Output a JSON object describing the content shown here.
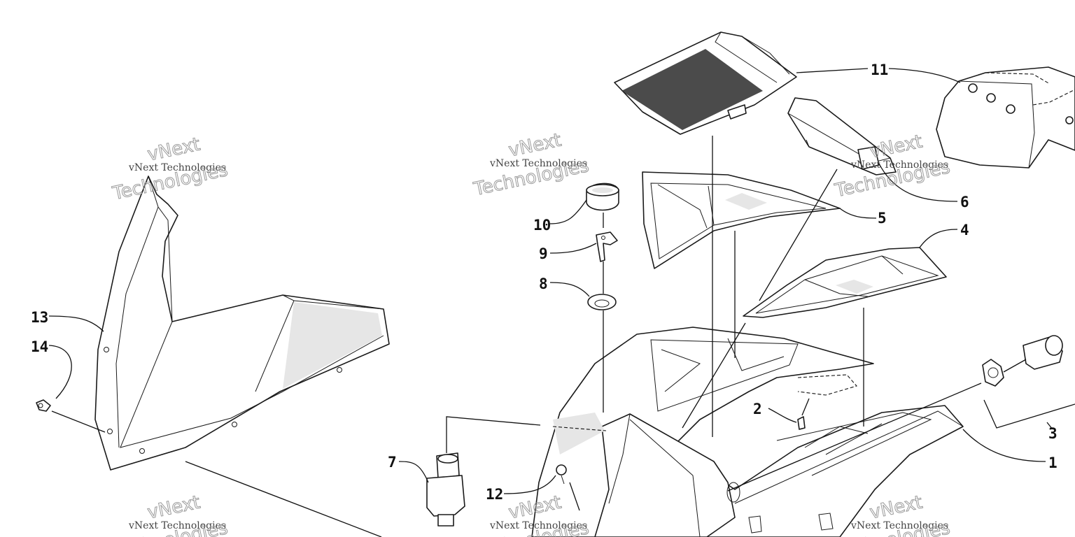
{
  "callouts": [
    {
      "id": "1",
      "label": "1"
    },
    {
      "id": "2",
      "label": "2"
    },
    {
      "id": "3",
      "label": "3"
    },
    {
      "id": "4",
      "label": "4"
    },
    {
      "id": "5",
      "label": "5"
    },
    {
      "id": "6",
      "label": "6"
    },
    {
      "id": "7",
      "label": "7"
    },
    {
      "id": "8",
      "label": "8"
    },
    {
      "id": "9",
      "label": "9"
    },
    {
      "id": "10",
      "label": "10"
    },
    {
      "id": "11",
      "label": "11"
    },
    {
      "id": "12",
      "label": "12"
    },
    {
      "id": "13",
      "label": "13"
    },
    {
      "id": "14",
      "label": "14"
    }
  ],
  "watermark": {
    "line_small": "vNext Technologies",
    "line_big_1": "vNext",
    "line_big_2": "Technologies"
  }
}
